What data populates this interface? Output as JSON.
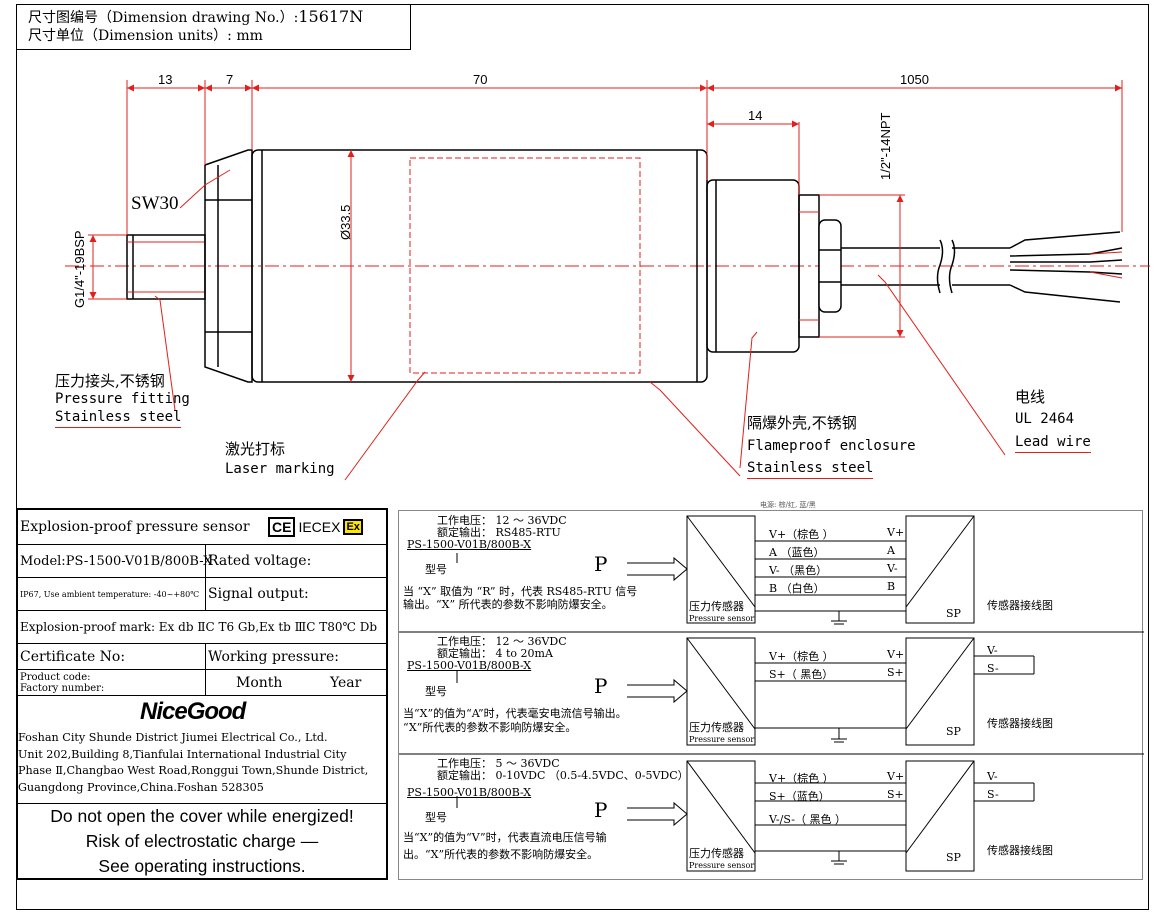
{
  "header": {
    "drawing_no_label": "尺寸图编号（Dimension drawing No.）:",
    "drawing_no": "15617N",
    "units_line": "尺寸单位（Dimension units）: mm"
  },
  "dimensions": {
    "d13": "13",
    "d7": "7",
    "d70": "70",
    "d1050": "1050",
    "d14": "14",
    "thread_npt": "1/2\"-14NPT",
    "diameter": "Ø33.5",
    "thread_bsp": "G1/4\"-19BSP",
    "sw": "SW30"
  },
  "callouts": {
    "fitting_cn": "压力接头,不锈钢",
    "fitting_en1": "Pressure fitting",
    "fitting_en2": "Stainless steel",
    "laser_cn": "激光打标",
    "laser_en": "Laser marking",
    "enclosure_cn": "隔爆外壳,不锈钢",
    "enclosure_en1": "Flameproof enclosure",
    "enclosure_en2": "Stainless steel",
    "wire_cn": "电线",
    "wire_en1": "UL 2464",
    "wire_en2": "Lead wire"
  },
  "nameplate": {
    "title": "Explosion-proof pressure sensor",
    "ce": "CE",
    "iecex": "IECEX",
    "ex": "Ex",
    "model": "Model:PS-1500-V01B/800B-X",
    "rated_voltage": "Rated voltage:",
    "ip": "IP67, Use ambient temperature: -40~+80℃",
    "signal_output": "Signal output:",
    "ex_mark": "Explosion-proof mark: Ex db ⅡC T6 Gb,Ex tb ⅢC T80℃ Db",
    "certificate": "Certificate No:",
    "working_pressure": "Working pressure:",
    "product_code": "Product code:",
    "factory_number": "Factory number:",
    "month": "Month",
    "year": "Year",
    "logo": "NiceGood",
    "company": "Foshan City Shunde District Jiumei Electrical Co., Ltd.",
    "addr1": "Unit 202,Building 8,Tianfulai International Industrial City",
    "addr2": "Phase Ⅱ,Changbao West Road,Ronggui Town,Shunde District,",
    "addr3": "Guangdong Province,China.Foshan 528305",
    "warn1": "Do not open the cover while energized!",
    "warn2": "Risk of electrostatic charge —",
    "warn3": "See operating instructions."
  },
  "wiring": {
    "top_note": "电源: 棕/红, 蓝/黑",
    "sections": [
      {
        "v": "工作电压： 12 ～ 36VDC",
        "out": "额定输出： RS485-RTU",
        "model": "PS-1500-V01B/800B-X",
        "xinghao": "型号",
        "note1": "当 “X” 取值为 “R” 时，代表 RS485-RTU 信号",
        "note2": "输出。“X” 所代表的参数不影响防爆安全。",
        "p": "P",
        "sensor_cn": "压力传感器",
        "sensor_en": "Pressure sensor",
        "sp": "SP",
        "diagram": "传感器接线图",
        "rows": [
          {
            "l": "V+（棕色 ）",
            "r": "V+"
          },
          {
            "l": "A （蓝色）",
            "r": "A"
          },
          {
            "l": "V- （黑色）",
            "r": "V-"
          },
          {
            "l": "B （白色）",
            "r": "B"
          }
        ]
      },
      {
        "v": "工作电压： 12 ～ 36VDC",
        "out": "额定输出： 4 to 20mA",
        "model": "PS-1500-V01B/800B-X",
        "xinghao": "型号",
        "note1": "当“X”的值为“A”时，代表毫安电流信号输出。",
        "note2": "“X”所代表的参数不影响防爆安全。",
        "p": "P",
        "sensor_cn": "压力传感器",
        "sensor_en": "Pressure sensor",
        "sp": "SP",
        "diagram": "传感器接线图",
        "rows": [
          {
            "l": "V+（棕色 ）",
            "r": "V+"
          },
          {
            "l": "S+（ 黑色）",
            "r": "S+"
          }
        ],
        "out_labels": [
          "V-",
          "S-"
        ]
      },
      {
        "v": "工作电压： 5 ～ 36VDC",
        "out": "额定输出： 0-10VDC （0.5-4.5VDC、0-5VDC）",
        "model": "PS-1500-V01B/800B-X",
        "xinghao": "型号",
        "note1": "当“X”的值为“V”时，代表直流电压信号输",
        "note2": "出。“X”所代表的参数不影响防爆安全。",
        "p": "P",
        "sensor_cn": "压力传感器",
        "sensor_en": "Pressure sensor",
        "sp": "SP",
        "diagram": "传感器接线图",
        "rows": [
          {
            "l": "V+（棕色 ）",
            "r": "V+"
          },
          {
            "l": "S+（蓝色）",
            "r": "S+"
          },
          {
            "l": "V-/S-（ 黑色 ）",
            "r": ""
          }
        ],
        "out_labels": [
          "V-",
          "S-"
        ]
      }
    ]
  },
  "colors": {
    "red": "#e0201c",
    "line": "#000000"
  }
}
